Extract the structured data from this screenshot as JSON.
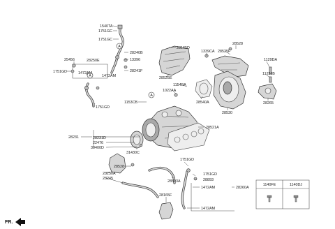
{
  "labels": {
    "l1540ta": "1540TA",
    "l1751gc_a": "1751GC",
    "l1751gc_b": "1751GC",
    "l28240b": "28240B",
    "l13396": "13396",
    "l28241f": "28241F",
    "l28165d": "28165D",
    "l25456": "25456",
    "l28250e": "28250E",
    "l1751gd_a": "1751GD",
    "l1472am_a": "1472AM",
    "l1472am_b": "1472AM",
    "l1751gd_b": "1751GD",
    "l28525e": "28525E",
    "l1339ca": "1339CA",
    "l28525f": "28525F",
    "l28528a": "28528",
    "l1129da": "1129DA",
    "l1125jb": "1125JB",
    "l1022aa": "1022AA",
    "l1154ba": "1154BA",
    "l28540a": "28540A",
    "l28530": "28530",
    "l28265": "28265",
    "l1153cb": "1153CB",
    "l28521a": "28521A",
    "l28231": "28231",
    "l28231d": "28231D",
    "l22476": "22476",
    "l39400d": "39400D",
    "l31430c": "31430C",
    "l28528b": "28528",
    "l1751gd_c": "1751GD",
    "l1751gd_d": "1751GD",
    "l28893": "28893",
    "l28250a": "28250A",
    "l28245": "28245",
    "l28593a": "28593A",
    "l1472am_c": "1472AM",
    "l28260a": "28260A",
    "l28165f": "28165F",
    "l1472am_d": "1472AM",
    "ref_a1": "A",
    "ref_a2": "A",
    "ref_a3": "A",
    "direction": "FR."
  },
  "legend_table": {
    "headers": [
      "1140FE",
      "1140DJ"
    ]
  }
}
